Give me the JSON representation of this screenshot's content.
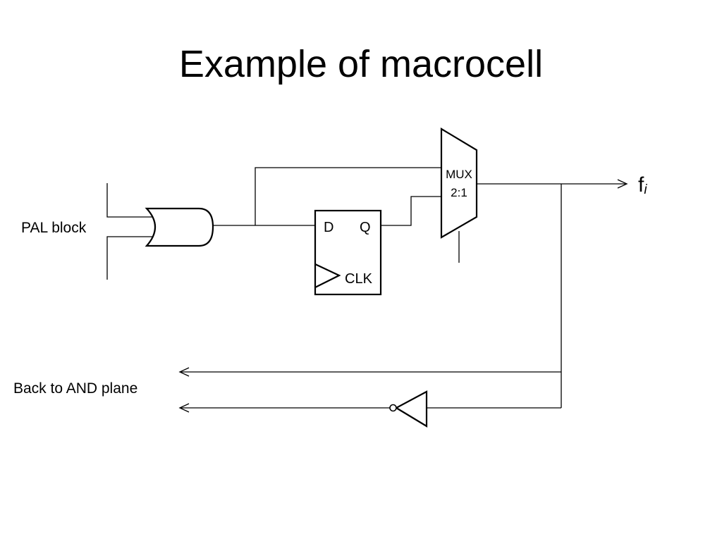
{
  "slide": {
    "title": "Example of macrocell"
  },
  "labels": {
    "pal_block": "PAL block",
    "back_to_and_plane": "Back to AND plane",
    "output_base": "f",
    "output_sub": "i"
  },
  "flipflop": {
    "d": "D",
    "q": "Q",
    "clk": "CLK"
  },
  "mux": {
    "line1": "MUX",
    "line2": "2:1"
  },
  "colors": {
    "line": "#000000",
    "background": "#ffffff"
  }
}
